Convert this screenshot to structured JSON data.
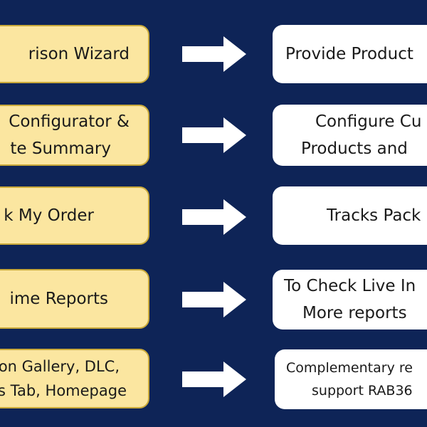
{
  "colors": {
    "background": "#0e2457",
    "feature_box_fill": "#fbe6a0",
    "feature_box_border": "#c9a93a",
    "description_box_fill": "#ffffff",
    "arrow": "#ffffff",
    "text": "#1a1a1a"
  },
  "rows": [
    {
      "feature": [
        "rison Wizard"
      ],
      "arrow_icon": "right-arrow-icon",
      "description": [
        "Provide Product"
      ]
    },
    {
      "feature": [
        "Configurator &",
        "te Summary"
      ],
      "arrow_icon": "right-arrow-icon",
      "description": [
        "Configure Cu",
        "Products and"
      ]
    },
    {
      "feature": [
        "k My Order"
      ],
      "arrow_icon": "right-arrow-icon",
      "description": [
        "Tracks Pack"
      ]
    },
    {
      "feature": [
        "ime Reports"
      ],
      "arrow_icon": "right-arrow-icon",
      "description": [
        "To Check Live In",
        "More reports"
      ]
    },
    {
      "feature": [
        "on Gallery, DLC,",
        "s Tab, Homepage"
      ],
      "arrow_icon": "right-arrow-icon",
      "description": [
        "Complementary re",
        "support RAB36"
      ]
    }
  ]
}
